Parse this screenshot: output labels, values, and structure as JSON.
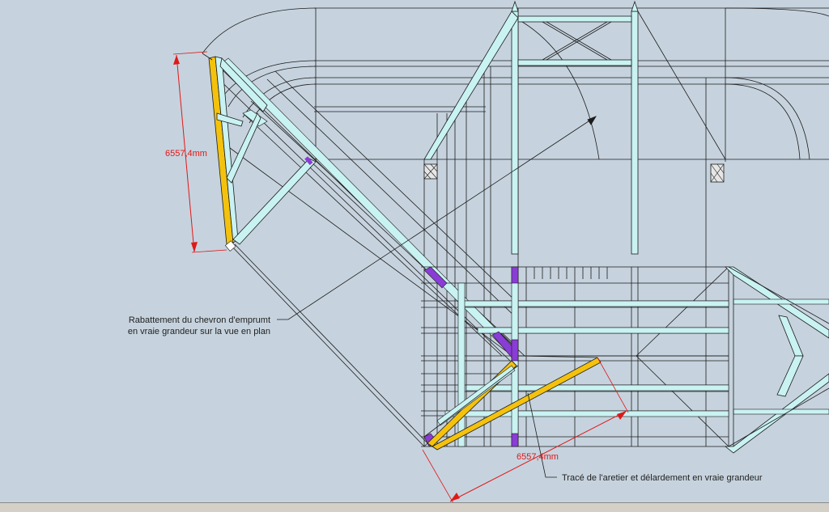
{
  "dimensions": {
    "rafter_length": "6557,4mm",
    "hip_length": "6557,4mm"
  },
  "annotations": {
    "rafter_note_line1": "Rabattement du chevron d'emprumt",
    "rafter_note_line2": "en vraie grandeur sur la vue en plan",
    "hip_note": "Tracé de l'aretier et délardement en vraie grandeur"
  },
  "colors": {
    "background": "#c6d3de",
    "line": "#1c1c1c",
    "timber_fill": "#c9f2f2",
    "hip_highlight": "#f4c20d",
    "selection_purple": "#8a3cd6",
    "dimension_red": "#e01818",
    "statusbar": "#d4d0c8"
  }
}
